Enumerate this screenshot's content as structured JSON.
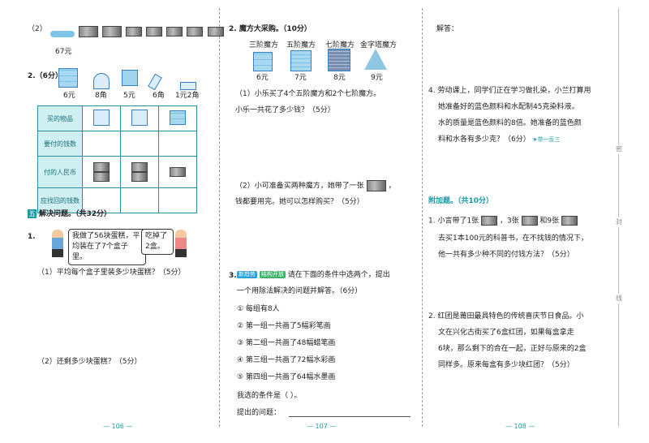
{
  "left": {
    "q2_label": "（2）",
    "skateboard_price": "67元",
    "section2_title": "2.（6分）",
    "items": [
      {
        "name": "cube",
        "price": "6元"
      },
      {
        "name": "shuttlecock",
        "price": "8角"
      },
      {
        "name": "toy",
        "price": "5元"
      },
      {
        "name": "pen",
        "price": "6角"
      },
      {
        "name": "eraser",
        "price": "1元2角"
      }
    ],
    "table_headers": [
      "买的物品",
      "要付的钱数",
      "付的人民币",
      "应找回的钱数"
    ],
    "section5_icon": "五",
    "section5_title": "解决问题。（共32分）",
    "p1_label": "1.",
    "bubble1": "我做了56块蛋糕，平均装在了7个盒子里。",
    "bubble2": "吃掉了2盒。",
    "q1": "（1）平均每个盒子里装多少块蛋糕？（5分）",
    "q2": "（2）还剩多少块蛋糕？（5分）",
    "page": "106"
  },
  "middle": {
    "title": "2. 魔方大采购。（10分）",
    "cubes": [
      {
        "name": "三阶魔方",
        "price": "6元"
      },
      {
        "name": "五阶魔方",
        "price": "7元"
      },
      {
        "name": "七阶魔方",
        "price": "8元"
      },
      {
        "name": "金字塔魔方",
        "price": "9元"
      }
    ],
    "q1_line1": "（1）小乐买了4个五阶魔方和2个七阶魔方。",
    "q1_line2": "小乐一共花了多少钱？（5分）",
    "q2_line1a": "（2）小可准备买两种魔方，她带了一张",
    "q2_line1b": "，",
    "q2_line2": "钱都要用完。她可以怎样购买？（5分）",
    "q3_label": "3.",
    "tag1": "新趋势",
    "tag2": "结构开放",
    "q3_line1": "请在下面的条件中选两个，提出",
    "q3_line2": "一个用除法解决的问题并解答。（6分）",
    "conds": [
      "① 每组有8人",
      "② 第一组一共画了5幅彩笔画",
      "③ 第二组一共画了48幅蜡笔画",
      "④ 第三组一共画了72幅水彩画",
      "⑤ 第四组一共画了64幅水墨画"
    ],
    "chosen": "我选的条件是（     ）。",
    "raised": "提出的问题：",
    "page": "107"
  },
  "right": {
    "answer": "解答：",
    "q4_lines": [
      "4. 劳动课上，同学们正在学习做扎染，小兰打算用",
      "她准备好的蓝色颜料和水配制45克染料液。",
      "水的质量是蓝色颜料的8倍。她准备的蓝色颜",
      "料和水各有多少克？（6分）"
    ],
    "q4_tag": "➤举一反三",
    "extra_title": "附加题。（共10分）",
    "e1_line1a": "1. 小言带了1张",
    "e1_line1b": "，3张",
    "e1_line1c": "和9张",
    "e1_line2": "去买1本100元的科普书，在不找钱的情况下，",
    "e1_line3": "他一共有多少种不同的付钱方法？（5分）",
    "e2_lines": [
      "2. 红团是莆田最具特色的传统喜庆节日食品。小",
      "文在兴化古街买了6盒红团，如果每盒拿走",
      "6块，那么剩下的合在一起，正好与原来的2盒",
      "同样多。原来每盒有多少块红团？（5分）"
    ],
    "margin_chars": [
      "密",
      "封",
      "线"
    ],
    "page": "108"
  },
  "colors": {
    "accent": "#1a9aa5",
    "header_bg": "#cfeff1"
  }
}
